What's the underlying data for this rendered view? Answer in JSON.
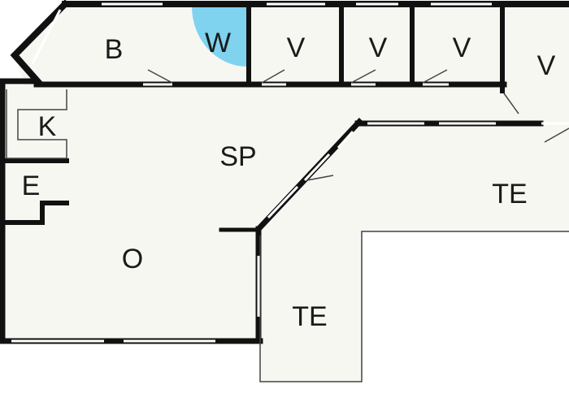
{
  "rooms": {
    "b": "B",
    "w": "W",
    "v1": "V",
    "v2": "V",
    "v3": "V",
    "v4": "V",
    "k": "K",
    "sp": "SP",
    "e": "E",
    "o": "O",
    "te_right": "TE",
    "te_bottom": "TE"
  },
  "colors": {
    "wall": "#111111",
    "shower_fill": "#7fd3ef",
    "floor": "#f7f7f2",
    "background": "#ffffff"
  },
  "icons": {
    "shower": "quarter-circle-shower"
  }
}
